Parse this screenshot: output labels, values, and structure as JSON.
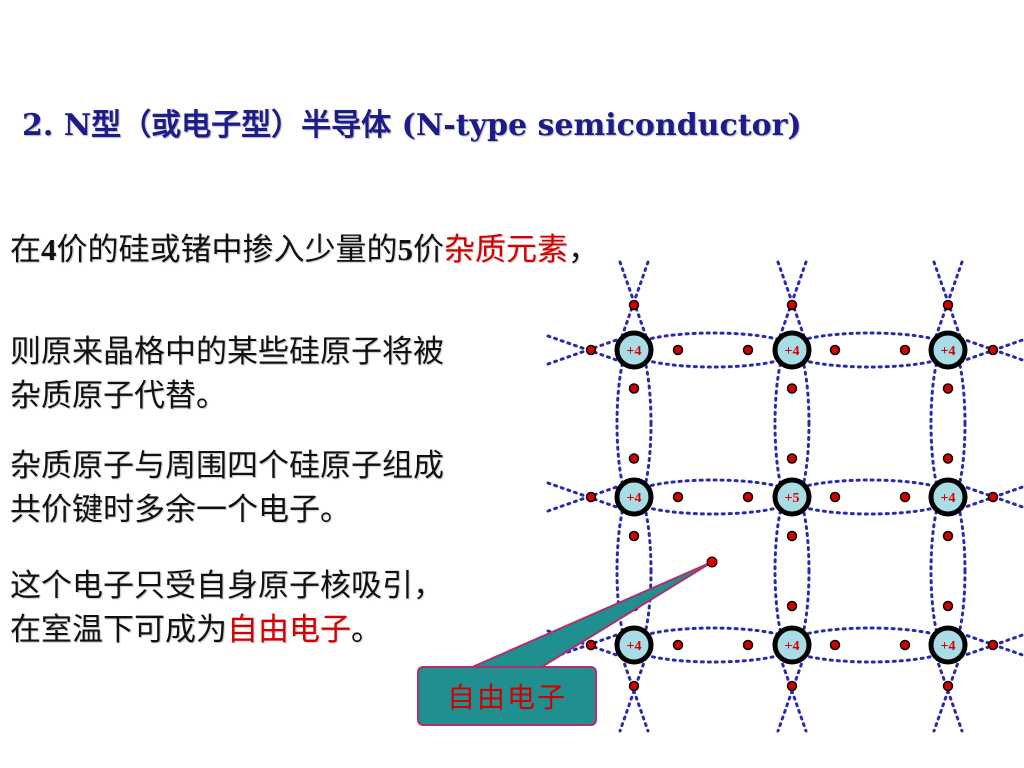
{
  "title": "2. N型（或电子型）半导体 (N-type semiconductor)",
  "intro": {
    "before": "在",
    "num1": "4",
    "middle": "价的硅或锗中掺入少量的",
    "num2": "5",
    "after": "价",
    "highlight": "杂质元素",
    "end": "，"
  },
  "para1": {
    "line1": "则原来晶格中的某些硅原子将被",
    "line2": "杂质原子代替。"
  },
  "para2": {
    "line1": "杂质原子与周围四个硅原子组成",
    "line2": "共价键时多余一个电子。"
  },
  "para3": {
    "line1": "这个电子只受自身原子核吸引，",
    "line2a": "在室温下可成为",
    "line2b": "自由电子",
    "line2c": "。"
  },
  "diagram": {
    "atoms": [
      {
        "label": "+4"
      },
      {
        "label": "+4"
      },
      {
        "label": "+4"
      },
      {
        "label": "+4"
      },
      {
        "label": "+5"
      },
      {
        "label": "+4"
      },
      {
        "label": "+4"
      },
      {
        "label": "+4"
      },
      {
        "label": "+4"
      }
    ],
    "callout_label": "自由电子",
    "colors": {
      "atom_fill": "#a9dde6",
      "atom_border": "#000000",
      "atom_label": "#d40000",
      "bond": "#2a2ab0",
      "electron": "#d40000",
      "callout": "#1f8f8f",
      "title": "#1c1c8c"
    }
  }
}
